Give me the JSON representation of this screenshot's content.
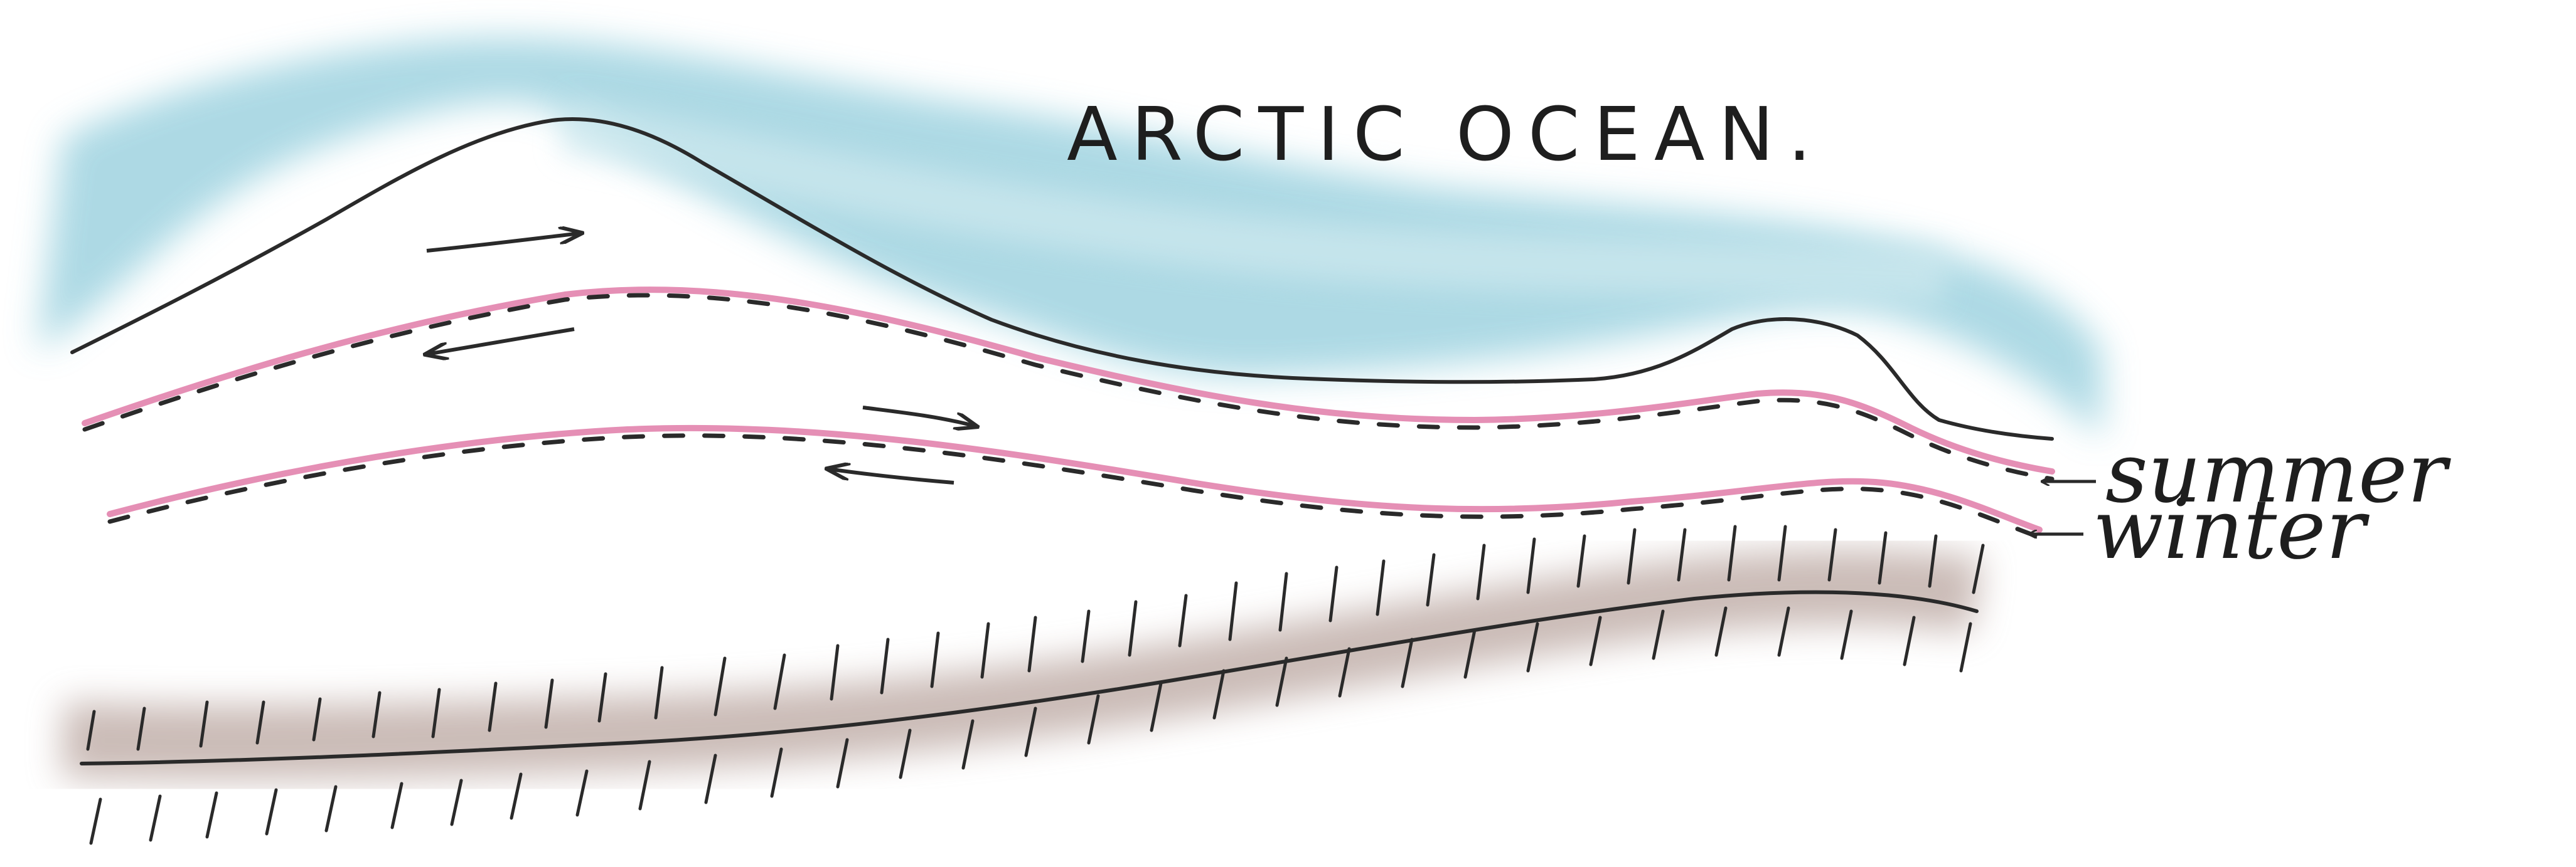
{
  "title": "ARCTIC OCEAN.",
  "labels": {
    "summer": "summer",
    "winter": "winter"
  },
  "colors": {
    "ocean": "#9fd3e0",
    "ocean_light": "#cfe9ef",
    "isotherm": "#e58fb5",
    "ground": "#a88f87",
    "ink": "#2a2a2a"
  },
  "icons": {
    "flow_arrow": "arrow-icon"
  }
}
